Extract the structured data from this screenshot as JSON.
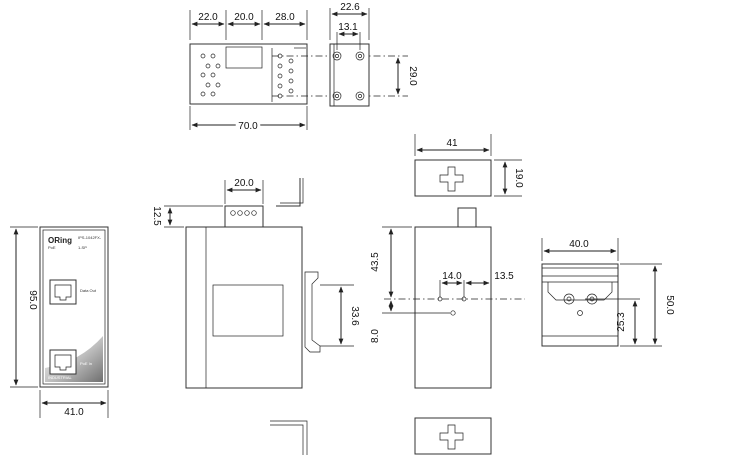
{
  "dimensions": {
    "top_seg_1": "22.0",
    "top_seg_2": "20.0",
    "top_seg_3": "28.0",
    "top_total": "70.0",
    "bracket_width": "22.6",
    "bracket_hole_spacing": "13.1",
    "bracket_height": "29.0",
    "side_top_width": "20.0",
    "side_top_height": "12.5",
    "side_window_height": "33.6",
    "front_height": "95.0",
    "front_width": "41.0",
    "clip_width": "41",
    "clip_height": "19.0",
    "rear_upper": "43.5",
    "rear_lower": "8.0",
    "rear_hole_offset_1": "14.0",
    "rear_hole_offset_2": "13.5",
    "din_width": "40.0",
    "din_height": "50.0",
    "din_hole_height": "25.3"
  },
  "labels": {
    "brand": "ORing",
    "model_line_1": "IPS-1042FX-",
    "model_line_2": "PoE",
    "model_line_3": "1-SP",
    "port_upper_label": "Data Out",
    "port_lower_label": "PoE In",
    "bottom_band_label": "INDUSTRIAL"
  },
  "colors": {
    "line": "#222222",
    "part_fill": "#ffffff",
    "band_dark": "#555555",
    "band_light": "#9a9a9a"
  }
}
